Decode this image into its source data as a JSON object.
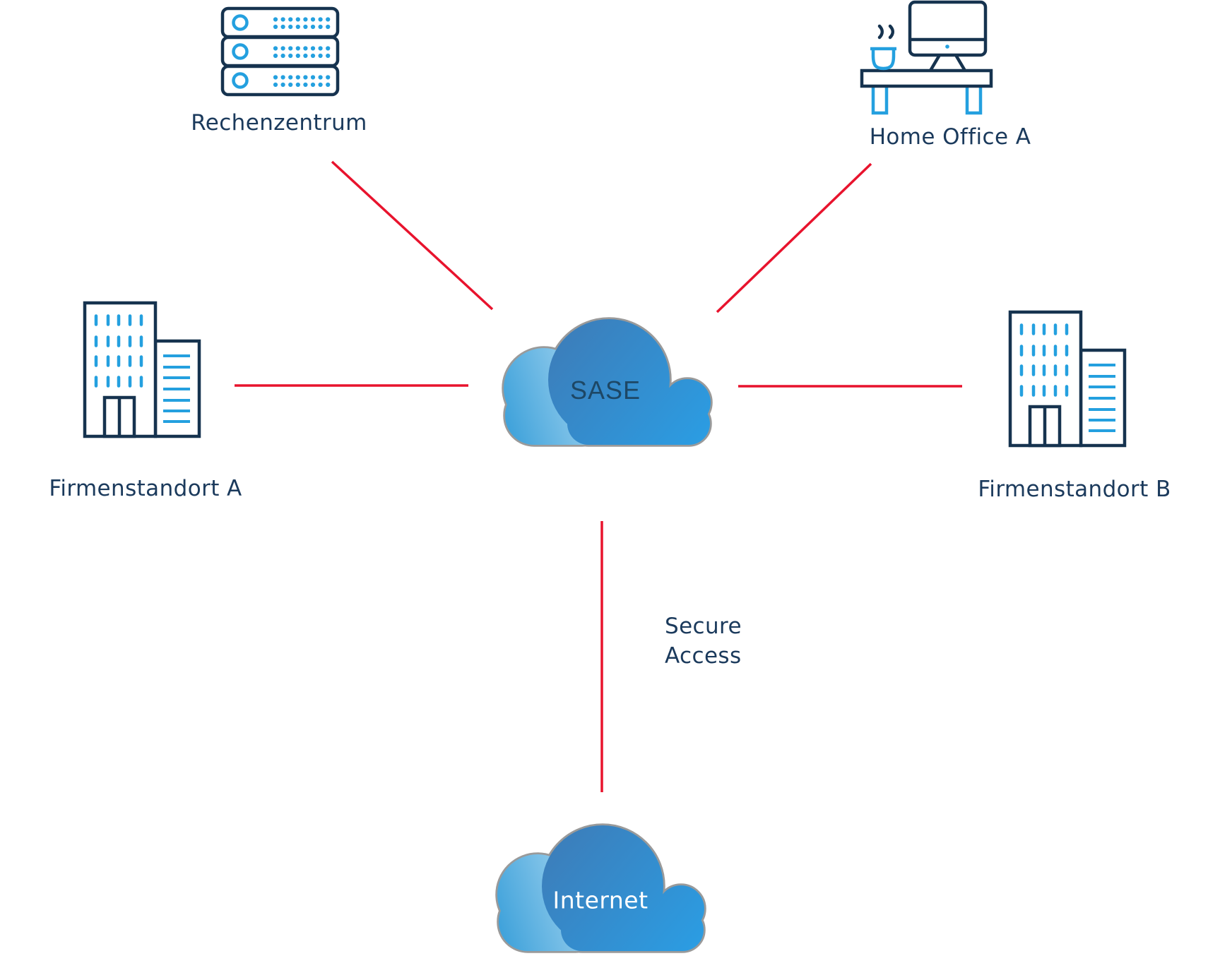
{
  "nodes": {
    "rechenzentrum": {
      "label": "Rechenzentrum"
    },
    "home_office": {
      "label": "Home Office A"
    },
    "firmenstandort_a": {
      "label": "Firmenstandort A"
    },
    "firmenstandort_b": {
      "label": "Firmenstandort B"
    },
    "sase": {
      "label": "SASE"
    },
    "internet": {
      "label": "Internet"
    }
  },
  "edges": {
    "secure_access": {
      "label": "Secure\nAccess"
    }
  },
  "colors": {
    "line_red": "#e8132d",
    "outline_navy": "#16334f",
    "text_navy": "#1b3a5c",
    "accent_blue": "#24a0df",
    "cloud_outline_gray": "#9a9a9a",
    "cloud_dark_start": "#3d7cb8",
    "cloud_dark_end": "#2b9de3",
    "cloud_light_start": "#41a3db",
    "cloud_light_end": "#b3dcf3",
    "sase_text": "#1d4765",
    "internet_text": "#ffffff"
  }
}
